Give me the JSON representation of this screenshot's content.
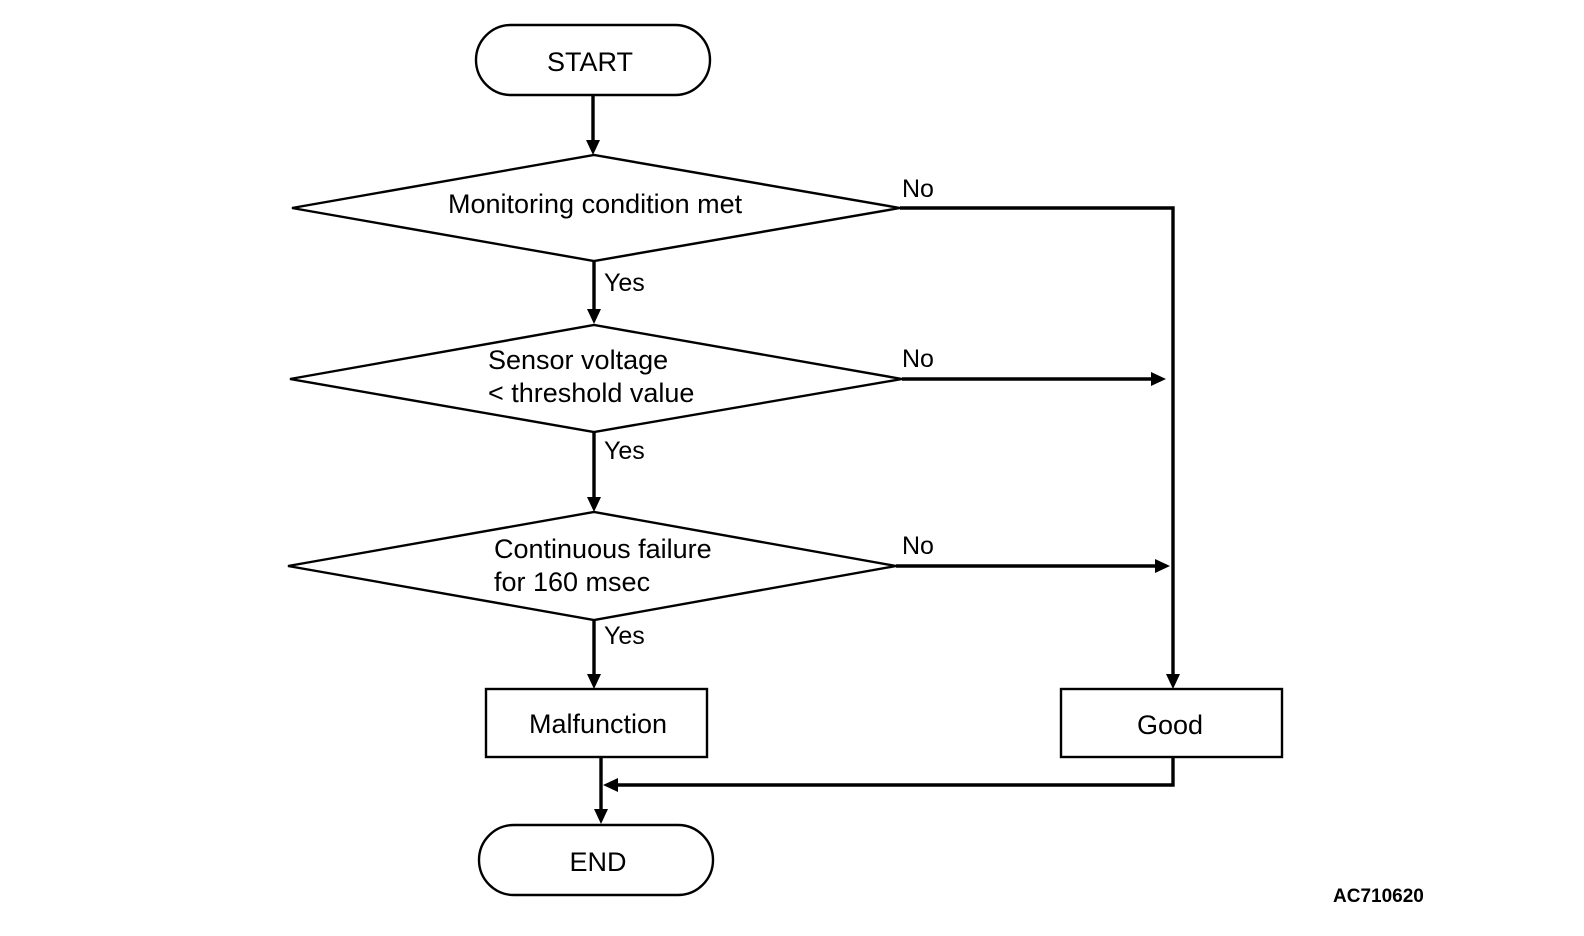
{
  "diagram": {
    "start": "START",
    "decisions": [
      {
        "lines": [
          "Monitoring condition met"
        ],
        "yes": "Yes",
        "no": "No"
      },
      {
        "lines": [
          "Sensor voltage",
          "< threshold value"
        ],
        "yes": "Yes",
        "no": "No"
      },
      {
        "lines": [
          "Continuous failure",
          "for 160 msec"
        ],
        "yes": "Yes",
        "no": "No"
      }
    ],
    "malfunction": "Malfunction",
    "good": "Good",
    "end": "END",
    "reference_code": "AC710620"
  }
}
